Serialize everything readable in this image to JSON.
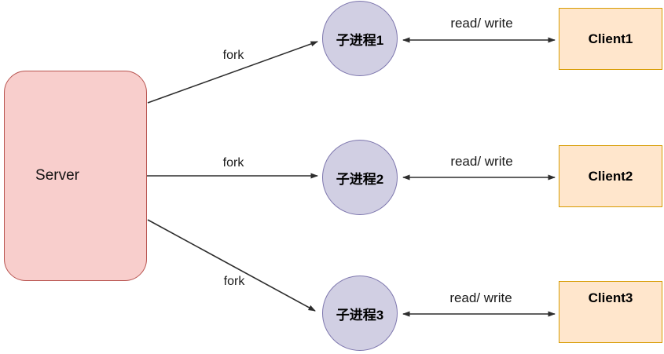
{
  "server": {
    "label": "Server"
  },
  "rows": [
    {
      "process_label": "子进程1",
      "client_label": "Client1",
      "fork_label": "fork",
      "io_label": "read/ write"
    },
    {
      "process_label": "子进程2",
      "client_label": "Client2",
      "fork_label": "fork",
      "io_label": "read/ write"
    },
    {
      "process_label": "子进程3",
      "client_label": "Client3",
      "fork_label": "fork",
      "io_label": "read/ write"
    }
  ],
  "colors": {
    "server_fill": "#F8CECC",
    "server_border": "#B85450",
    "process_fill": "#D1CFE3",
    "process_border": "#7E77AE",
    "client_fill": "#FFE6CC",
    "client_border": "#D79B00",
    "arrow": "#2D2D2D"
  }
}
